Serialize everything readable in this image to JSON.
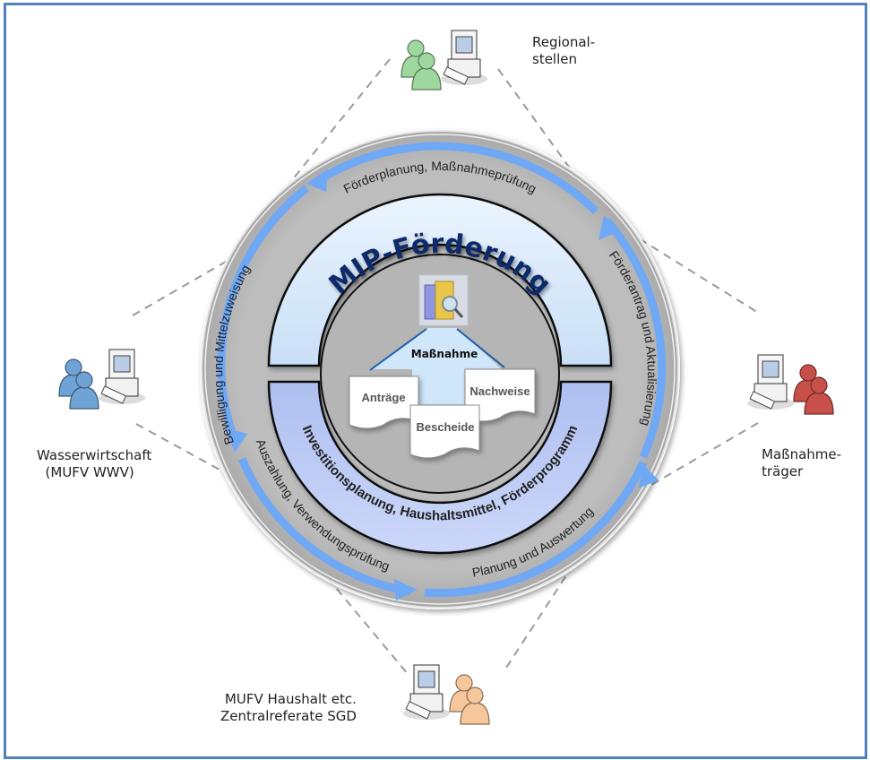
{
  "title": "MIP-Förderung",
  "center": {
    "label": "Maßnahme",
    "icon": "books-magnifier-icon",
    "documents": [
      "Anträge",
      "Bescheide",
      "Nachweise"
    ]
  },
  "inner_ring": {
    "top_label": "MIP-Förderung",
    "bottom_label": "Investitionsplanung, Haushaltsmittel, Förderprogramm"
  },
  "outer_ring": {
    "segments": [
      {
        "label": "Förderplanung, Maßnahmeprüfung",
        "position": "top"
      },
      {
        "label": "Förderantrag und Aktualisierung",
        "position": "right"
      },
      {
        "label": "Planung und Auswertung",
        "position": "bottom-right"
      },
      {
        "label": "Auszahlung, Verwendungsprüfung",
        "position": "bottom-left"
      },
      {
        "label": "Bewilligung und Mittelzuweisung",
        "position": "left"
      }
    ]
  },
  "actors": [
    {
      "name": "Regionalstellen",
      "label_lines": [
        "Regional-",
        "stellen"
      ],
      "color": "#9fd89f",
      "position": "top"
    },
    {
      "name": "Maßnahmeträger",
      "label_lines": [
        "Maßnahme-",
        "träger"
      ],
      "color": "#c9504a",
      "position": "right"
    },
    {
      "name": "MUFV Haushalt etc.",
      "label_lines": [
        "MUFV Haushalt etc.",
        "Zentralreferate SGD"
      ],
      "color": "#f6c79a",
      "position": "bottom"
    },
    {
      "name": "Wasserwirtschaft",
      "label_lines": [
        "Wasserwirtschaft",
        "  (MUFV WWV)"
      ],
      "color": "#6fa3d6",
      "position": "left"
    }
  ],
  "colors": {
    "frame": "#4f81bd",
    "outer_ring": "#b9b9b9",
    "arrow": "#6fa8f5",
    "inner_top": "#d6e8fb",
    "inner_bottom": "#bcccf5",
    "title": "#0d2a6b",
    "center": "#b5b5b5",
    "triangle": "#cfe6fb"
  }
}
